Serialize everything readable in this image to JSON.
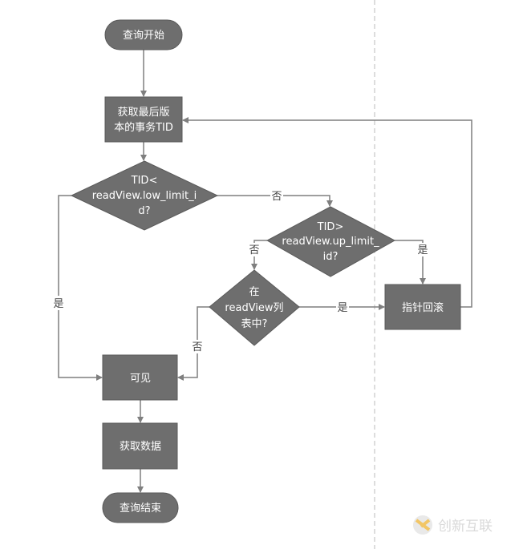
{
  "nodes": {
    "start": "查询开始",
    "get_tid": [
      "获取最后版",
      "本的事务TID"
    ],
    "cond_low": [
      "TID<",
      "readView.low_limit_i",
      "d?"
    ],
    "cond_up": [
      "TID>",
      "readView.up_limit_",
      "id?"
    ],
    "cond_list": [
      "在",
      "readView列",
      "表中?"
    ],
    "rollback": "指针回滚",
    "visible": "可见",
    "fetch": "获取数据",
    "end": "查询结束"
  },
  "edge_labels": {
    "low_yes": "是",
    "low_no": "否",
    "up_no": "否",
    "up_yes": "是",
    "list_yes": "是",
    "list_no": "否"
  },
  "watermark": "创新互联",
  "colors": {
    "node_fill": "#6e6e6e",
    "line": "#7f7f7f",
    "text": "#ffffff"
  }
}
